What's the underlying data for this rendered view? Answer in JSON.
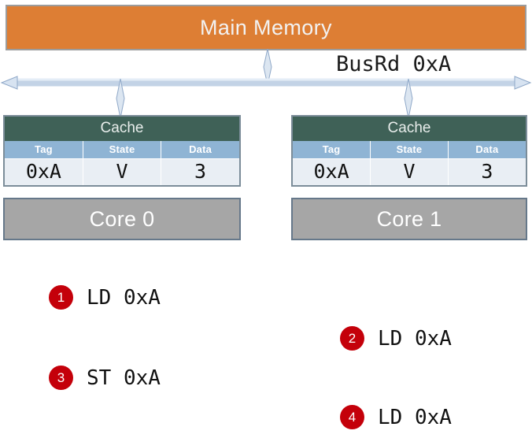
{
  "main_memory": {
    "label": "Main Memory",
    "fill_color": "#DD7E34",
    "border_color": "#9C9C9C"
  },
  "bus": {
    "label": "BusRd 0xA",
    "line_color": "#B8C9DE",
    "arrow_icon": "double-arrow-horizontal-icon",
    "connector_icon": "double-arrow-vertical-icon"
  },
  "caches": [
    {
      "title": "Cache",
      "columns": [
        "Tag",
        "State",
        "Data"
      ],
      "row": {
        "tag": "0xA",
        "state": "V",
        "data": "3"
      },
      "highlight": {
        "tag": false,
        "state": false,
        "data": true
      },
      "core_label": "Core 0"
    },
    {
      "title": "Cache",
      "columns": [
        "Tag",
        "State",
        "Data"
      ],
      "row": {
        "tag": "0xA",
        "state": "V",
        "data": "3"
      },
      "highlight": {
        "tag": false,
        "state": true,
        "data": true
      },
      "core_label": "Core 1"
    }
  ],
  "instructions": [
    {
      "number": "1",
      "text": "LD 0xA"
    },
    {
      "number": "2",
      "text": "LD 0xA"
    },
    {
      "number": "3",
      "text": "ST 0xA"
    },
    {
      "number": "4",
      "text": "LD 0xA"
    }
  ],
  "colors": {
    "cache_header": "#3F6157",
    "column_header": "#8FB4D4",
    "core_fill": "#A6A6A6",
    "badge_red": "#C4000A",
    "value_red": "#E8151A"
  }
}
